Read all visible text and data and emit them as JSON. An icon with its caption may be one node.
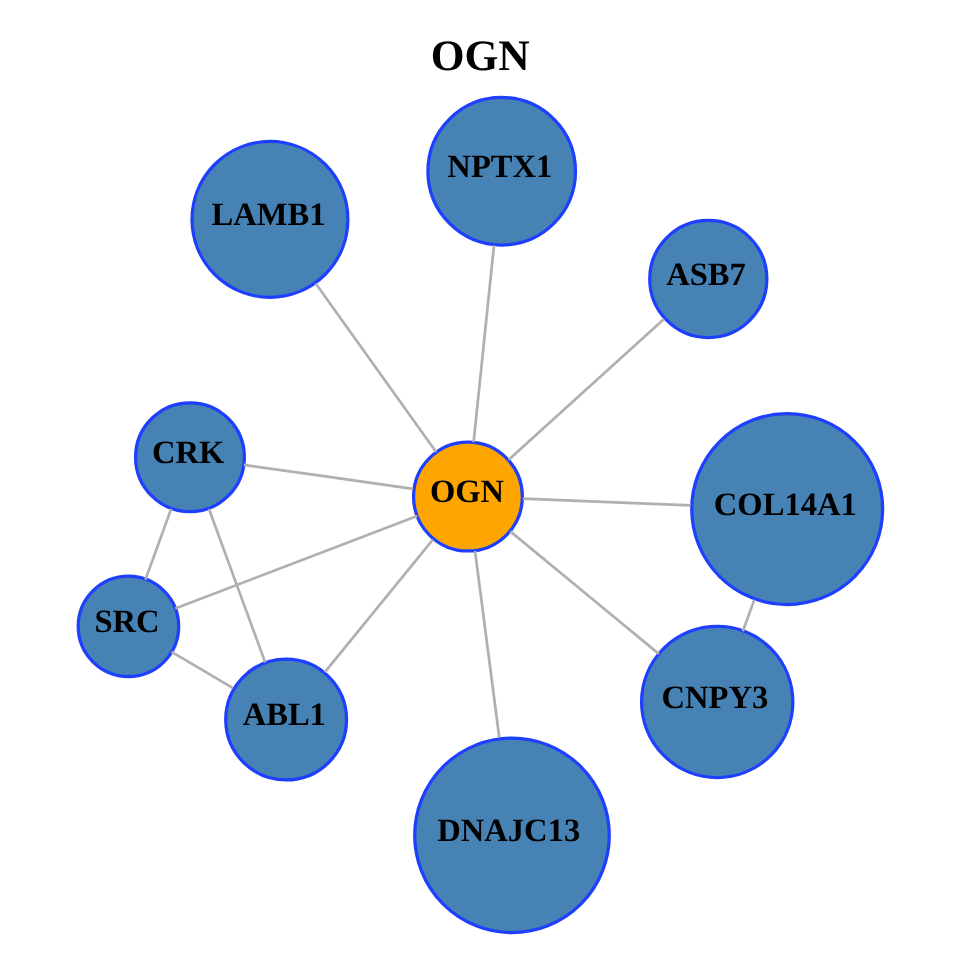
{
  "diagram": {
    "title": "OGN",
    "nodes": [
      {
        "text": [
          "LAMB1"
        ]
      },
      {
        "text": [
          "ASB7"
        ]
      },
      {
        "text": [
          "DNAJC13"
        ]
      },
      {
        "text": [
          "NPTX1"
        ]
      },
      {
        "text": [
          "OGN"
        ]
      },
      {
        "text": [
          "CRK"
        ]
      },
      {
        "text": [
          "SRC"
        ]
      },
      {
        "text": [
          "COL14A1"
        ]
      },
      {
        "text": [
          "ABL1"
        ]
      },
      {
        "text": [
          "CNPY3"
        ]
      }
    ],
    "edges": [
      {
        "from": 4,
        "to": 0,
        "arrow": "none"
      },
      {
        "from": 4,
        "to": 1,
        "arrow": "none"
      },
      {
        "from": 4,
        "to": 2,
        "arrow": "none"
      },
      {
        "from": 4,
        "to": 3,
        "arrow": "none"
      },
      {
        "from": 4,
        "to": 5,
        "arrow": "none"
      },
      {
        "from": 4,
        "to": 6,
        "arrow": "none"
      },
      {
        "from": 4,
        "to": 7,
        "arrow": "none"
      },
      {
        "from": 4,
        "to": 8,
        "arrow": "none"
      },
      {
        "from": 4,
        "to": 9,
        "arrow": "none"
      },
      {
        "from": 5,
        "to": 6,
        "arrow": "none"
      },
      {
        "from": 5,
        "to": 8,
        "arrow": "none"
      },
      {
        "from": 6,
        "to": 8,
        "arrow": "none"
      },
      {
        "from": 7,
        "to": 9,
        "arrow": "none"
      }
    ]
  }
}
